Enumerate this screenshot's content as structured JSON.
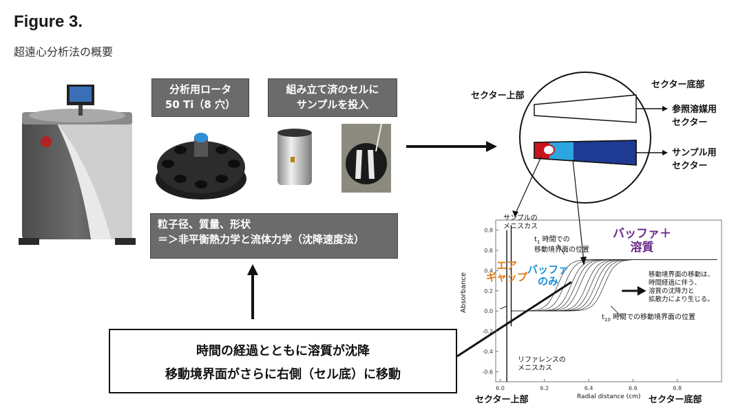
{
  "figure": {
    "title": "Figure 3.",
    "subtitle": "超遠心分析法の概要"
  },
  "boxes": {
    "rotor_line1": "分析用ロータ",
    "rotor_line2": "50 Ti（8 穴）",
    "cell_line1": "組み立て済のセルに",
    "cell_line2": "サンプルを投入",
    "props_line1": "粒子径、質量、形状",
    "props_line2": "＝＞非平衡熱力学と流体力学（沈降速度法）"
  },
  "note": {
    "line1": "時間の経過とともに溶質が沈降",
    "line2": "移動境界面がさらに右側（セル底）に移動"
  },
  "sector": {
    "top_label": "セクター上部",
    "bottom_label": "セクター底部",
    "ref_line1": "参照溶媒用",
    "ref_line2": "セクター",
    "sample_line1": "サンプル用",
    "sample_line2": "セクター"
  },
  "plot": {
    "meniscus_sample_l1": "サンプルの",
    "meniscus_sample_l2": "メニスカス",
    "t1_l1": "t",
    "t1_sub": "1",
    "t1_l1_rest": " 時間での",
    "t1_l2": "移動境界面の位置",
    "buffer_solute_l1": "バッファ＋",
    "buffer_solute_l2": "溶質",
    "air_l1": "エア",
    "air_l2": "ギャップ",
    "buffer_only_l1": "バッファ",
    "buffer_only_l2": "のみ",
    "move_l1": "移動境界面の移動は、",
    "move_l2": "時間経過に伴う、",
    "move_l3": "溶質の沈降力と",
    "move_l4": "拡散力により生じる。",
    "t10_l1": "t",
    "t10_sub": "10",
    "t10_rest": " 時間での移動境界面の位置",
    "ref_meniscus_l1": "リファレンスの",
    "ref_meniscus_l2": "メニスカス",
    "ylabel": "Absorbance",
    "xlabel": "Radial distance (cm)",
    "bottom_left": "セクター上部",
    "bottom_right": "セクター底部",
    "yticks": [
      "0.8",
      "0.6",
      "0.4",
      "0.2",
      "0.0",
      "-0.2",
      "-0.4",
      "-0.6"
    ],
    "xticks": [
      "6.0",
      "6.2",
      "6.4",
      "6.6",
      "6.8"
    ]
  },
  "chart_data": {
    "type": "line",
    "xlabel": "Radial distance (cm)",
    "ylabel": "Absorbance",
    "xlim": [
      5.98,
      7.0
    ],
    "ylim": [
      -0.7,
      0.9
    ],
    "boundary_midpoints": [
      6.26,
      6.29,
      6.32,
      6.34,
      6.36,
      6.39,
      6.41,
      6.43,
      6.45,
      6.47
    ],
    "plateau": 0.51,
    "baseline": 0.0
  },
  "colors": {
    "box_grey": "#6b6b6b",
    "purple": "#6a2a8a",
    "orange": "#e07a10",
    "blue": "#1a8fd6",
    "sample_red": "#c8151d",
    "sample_light": "#2ba6de",
    "sample_dark": "#1f3a93"
  }
}
